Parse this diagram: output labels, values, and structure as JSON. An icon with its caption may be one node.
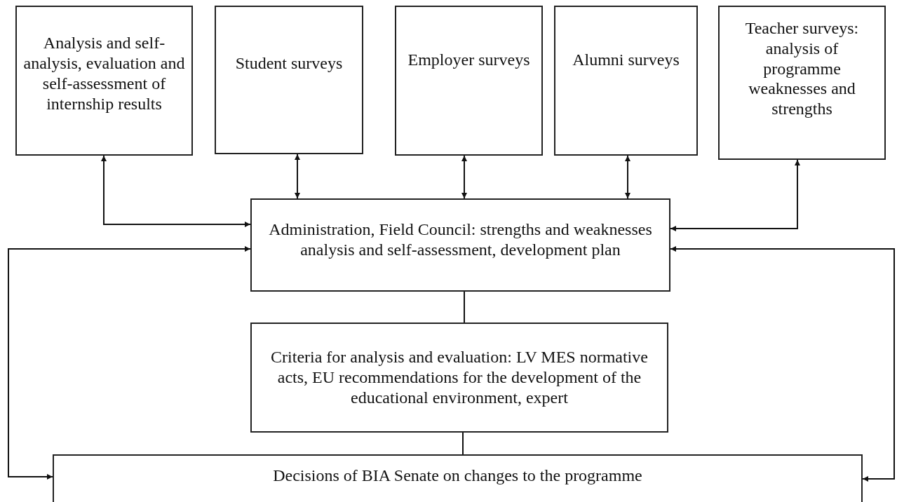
{
  "diagram": {
    "nodes": [
      {
        "text": [
          "Analysis and self-analysis, evaluation and self-assessment of internship results"
        ]
      },
      {
        "text": [
          "Student surveys"
        ]
      },
      {
        "text": [
          "Employer surveys"
        ]
      },
      {
        "text": [
          "Alumni surveys"
        ]
      },
      {
        "text": [
          "Teacher surveys: analysis of programme weaknesses and strengths"
        ]
      },
      {
        "text": [
          "Administration, Field Council: strengths and weaknesses analysis and self-assessment, development plan"
        ]
      },
      {
        "text": [
          "Criteria for analysis and evaluation: LV MES normative acts, EU recommendations for the development of the educational environment, expert"
        ]
      },
      {
        "text": [
          "Decisions of BIA Senate on changes to the programme"
        ]
      }
    ],
    "edges": [
      {
        "from": 0,
        "to": 5,
        "arrow": "both"
      },
      {
        "from": 1,
        "to": 5,
        "arrow": "both"
      },
      {
        "from": 2,
        "to": 5,
        "arrow": "both"
      },
      {
        "from": 3,
        "to": 5,
        "arrow": "both"
      },
      {
        "from": 4,
        "to": 5,
        "arrow": "both"
      },
      {
        "from": 5,
        "to": 6,
        "arrow": "none"
      },
      {
        "from": 6,
        "to": 7,
        "arrow": "none"
      },
      {
        "from": 5,
        "to": 7,
        "arrow": "both"
      },
      {
        "from": 5,
        "to": 7,
        "arrow": "both"
      }
    ]
  }
}
